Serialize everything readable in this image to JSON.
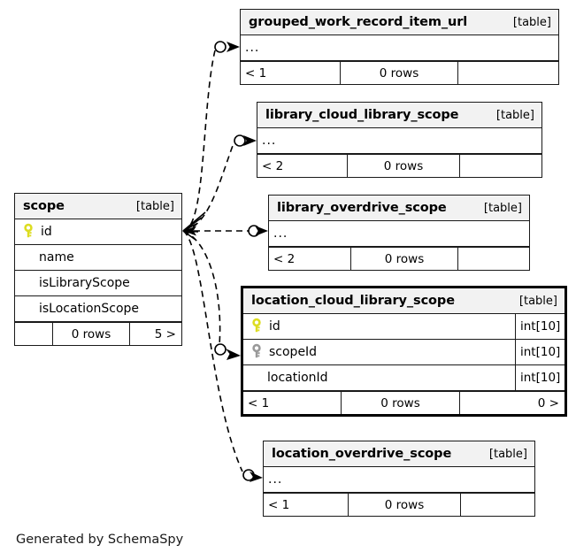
{
  "diagram": {
    "tool": "SchemaSpy",
    "caption": "Generated by SchemaSpy",
    "kind_label": "[table]",
    "ellipsis": "...",
    "colors": {
      "primary_key": "#dddd22",
      "foreign_key": "#999999",
      "header_bg": "#f2f2f2",
      "border": "#1a1a1a",
      "background": "#ffffff"
    }
  },
  "tables": {
    "grouped_work_record_item_url": {
      "name": "grouped_work_record_item_url",
      "kind": "[table]",
      "ellipsis": "...",
      "footer": {
        "left": "< 1",
        "middle": "0 rows",
        "right": ""
      }
    },
    "library_cloud_library_scope": {
      "name": "library_cloud_library_scope",
      "kind": "[table]",
      "ellipsis": "...",
      "footer": {
        "left": "< 2",
        "middle": "0 rows",
        "right": ""
      }
    },
    "library_overdrive_scope": {
      "name": "library_overdrive_scope",
      "kind": "[table]",
      "ellipsis": "...",
      "footer": {
        "left": "< 2",
        "middle": "0 rows",
        "right": ""
      }
    },
    "scope": {
      "name": "scope",
      "kind": "[table]",
      "columns": [
        {
          "label": "id",
          "key": "primary",
          "type": ""
        },
        {
          "label": "name",
          "key": "none",
          "type": ""
        },
        {
          "label": "isLibraryScope",
          "key": "none",
          "type": ""
        },
        {
          "label": "isLocationScope",
          "key": "none",
          "type": ""
        }
      ],
      "footer": {
        "left": "",
        "middle": "0 rows",
        "right": "5 >"
      }
    },
    "location_cloud_library_scope": {
      "name": "location_cloud_library_scope",
      "kind": "[table]",
      "focused": true,
      "columns": [
        {
          "label": "id",
          "key": "primary",
          "type": "int[10]"
        },
        {
          "label": "scopeId",
          "key": "foreign",
          "type": "int[10]"
        },
        {
          "label": "locationId",
          "key": "none",
          "type": "int[10]"
        }
      ],
      "footer": {
        "left": "< 1",
        "middle": "0 rows",
        "right": "0 >"
      }
    },
    "location_overdrive_scope": {
      "name": "location_overdrive_scope",
      "kind": "[table]",
      "ellipsis": "...",
      "footer": {
        "left": "< 1",
        "middle": "0 rows",
        "right": ""
      }
    }
  },
  "relationships": [
    {
      "from": "scope",
      "to": "grouped_work_record_item_url",
      "style": "dashed",
      "cardinality": "zero-or-one"
    },
    {
      "from": "scope",
      "to": "library_cloud_library_scope",
      "style": "dashed",
      "cardinality": "zero-or-one"
    },
    {
      "from": "scope",
      "to": "library_overdrive_scope",
      "style": "dashed",
      "cardinality": "zero-or-one"
    },
    {
      "from": "scope",
      "to": "location_cloud_library_scope",
      "style": "dashed",
      "cardinality": "zero-or-one"
    },
    {
      "from": "scope",
      "to": "location_overdrive_scope",
      "style": "dashed",
      "cardinality": "zero-or-one"
    }
  ]
}
